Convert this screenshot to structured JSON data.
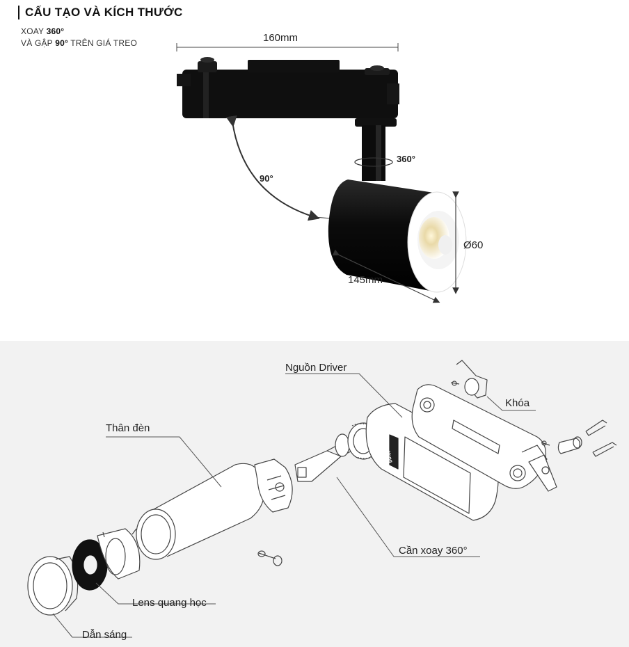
{
  "header": {
    "title": "CẤU TẠO VÀ KÍCH THƯỚC",
    "note_line1_prefix": "XOAY ",
    "note_line1_bold": "360°",
    "note_line2_prefix": "VÀ GẬP ",
    "note_line2_bold": "90°",
    "note_line2_suffix": " TRÊN GIÁ TREO"
  },
  "dimensions": {
    "width": "160mm",
    "rotate": "360°",
    "fold": "90°",
    "diameter": "Ø60",
    "length": "145mm"
  },
  "exploded_view": {
    "labels": {
      "driver": "Nguồn Driver",
      "lock": "Khóa",
      "body": "Thân đèn",
      "arm": "Cần xoay 360°",
      "lens": "Lens quang học",
      "light_guide": "Dẫn sáng"
    },
    "brand_mark": "KangYong"
  },
  "colors": {
    "product_black": "#0d0d0d",
    "line_art": "#444444",
    "bottom_bg": "#f2f2f2"
  }
}
